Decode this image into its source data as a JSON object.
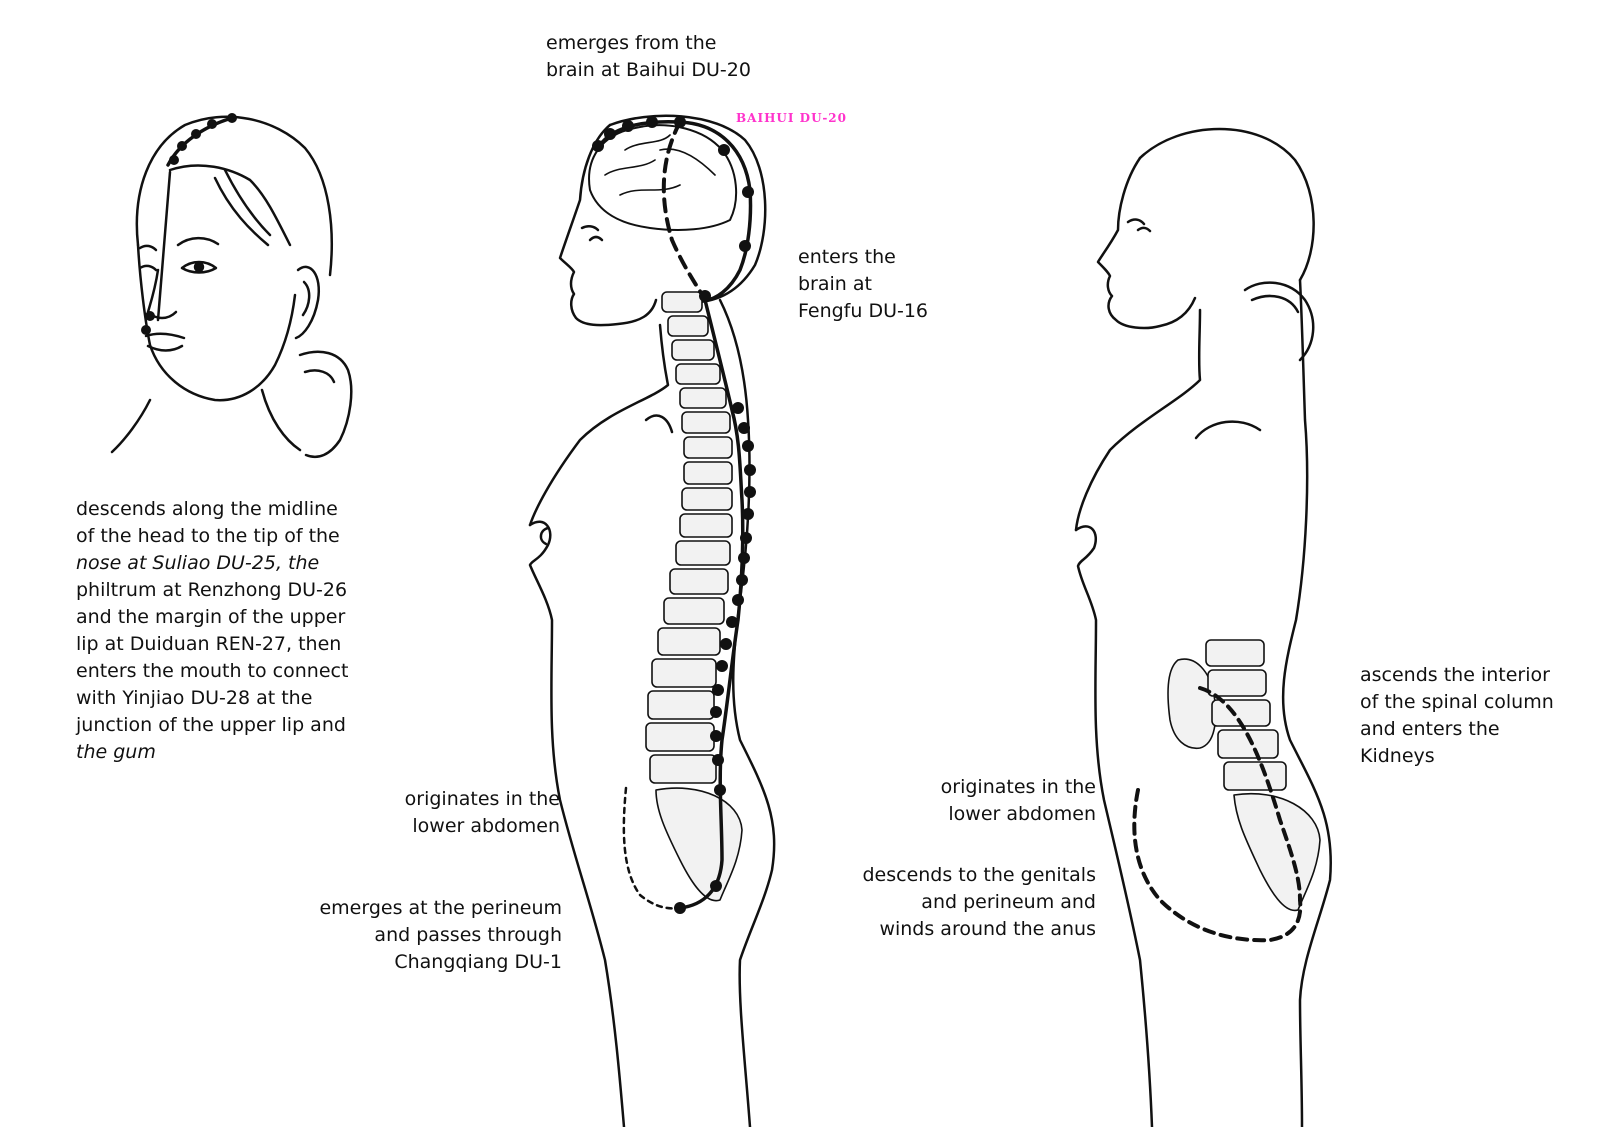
{
  "colors": {
    "line": "#111111",
    "highlight": "#ff33cc",
    "spine_fill": "#f2f2f2"
  },
  "labels": {
    "emerges_brain": [
      "emerges from the",
      "brain at Baihui DU-20"
    ],
    "baihui_tag": "BAIHUI DU-20",
    "enters_brain": [
      "enters the",
      "brain at",
      "Fengfu DU-16"
    ],
    "descends_head": [
      "descends along the midline",
      "of the head to the tip of the",
      "nose at Suliao DU-25, the",
      "philtrum at Renzhong DU-26",
      "and the margin of the upper",
      "lip at Duiduan REN-27, then",
      "enters the mouth to connect",
      "with Yinjiao DU-28 at the",
      "junction of the upper lip and",
      "the gum"
    ],
    "originates_center": [
      "originates in the",
      "lower abdomen"
    ],
    "emerges_perineum": [
      "emerges at the perineum",
      "and passes through",
      "Changqiang DU-1"
    ],
    "originates_right": [
      "originates in the",
      "lower abdomen"
    ],
    "descends_genitals": [
      "descends to the genitals",
      "and perineum and",
      "winds around the anus"
    ],
    "ascends_spine": [
      "ascends the interior",
      "of the spinal column",
      "and enters the",
      "Kidneys"
    ]
  }
}
